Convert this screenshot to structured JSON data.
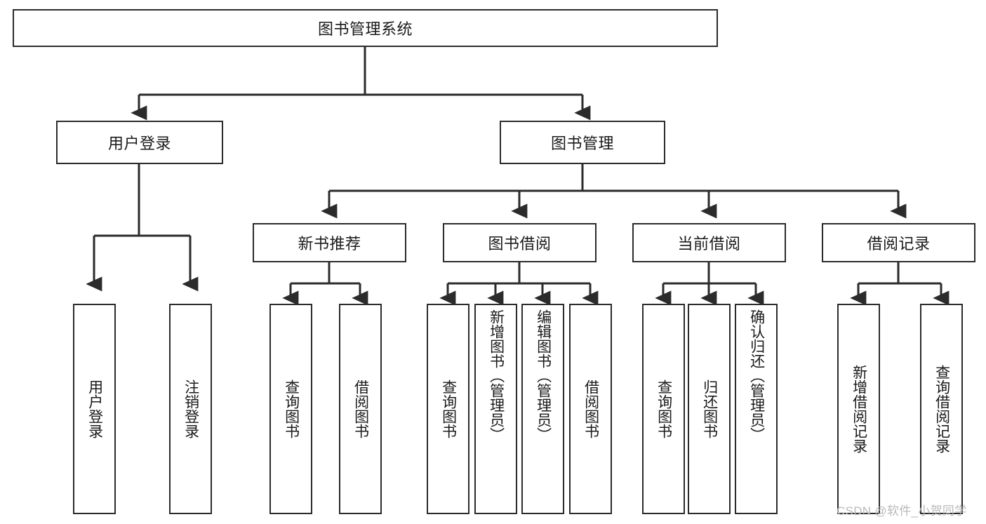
{
  "diagram": {
    "type": "tree-hierarchy",
    "title": "图书管理系统",
    "root": {
      "label": "图书管理系统"
    },
    "level2": [
      {
        "id": "user-login",
        "label": "用户登录"
      },
      {
        "id": "book-management",
        "label": "图书管理"
      }
    ],
    "level3": [
      {
        "id": "new-book-recommend",
        "label": "新书推荐",
        "parent": "book-management"
      },
      {
        "id": "book-borrow",
        "label": "图书借阅",
        "parent": "book-management"
      },
      {
        "id": "current-borrow",
        "label": "当前借阅",
        "parent": "book-management"
      },
      {
        "id": "borrow-record",
        "label": "借阅记录",
        "parent": "book-management"
      }
    ],
    "leaves": [
      {
        "id": "leaf-user-login",
        "label": "用户登录",
        "parent": "user-login"
      },
      {
        "id": "leaf-logout",
        "label": "注销登录",
        "parent": "user-login"
      },
      {
        "id": "leaf-query-book-1",
        "label": "查询图书",
        "parent": "new-book-recommend"
      },
      {
        "id": "leaf-borrow-book-1",
        "label": "借阅图书",
        "parent": "new-book-recommend"
      },
      {
        "id": "leaf-query-book-2",
        "label": "查询图书",
        "parent": "book-borrow"
      },
      {
        "id": "leaf-add-book",
        "label": "新增图书（管理员）",
        "parent": "book-borrow"
      },
      {
        "id": "leaf-edit-book",
        "label": "编辑图书（管理员）",
        "parent": "book-borrow"
      },
      {
        "id": "leaf-borrow-book-2",
        "label": "借阅图书",
        "parent": "book-borrow"
      },
      {
        "id": "leaf-query-book-3",
        "label": "查询图书",
        "parent": "current-borrow"
      },
      {
        "id": "leaf-return-book",
        "label": "归还图书",
        "parent": "current-borrow"
      },
      {
        "id": "leaf-confirm-return",
        "label": "确认归还（管理员）",
        "parent": "current-borrow"
      },
      {
        "id": "leaf-add-record",
        "label": "新增借阅记录",
        "parent": "borrow-record"
      },
      {
        "id": "leaf-query-record",
        "label": "查询借阅记录",
        "parent": "borrow-record"
      }
    ],
    "colors": {
      "stroke": "#2b2b2b",
      "fill": "#ffffff",
      "text": "#1a1a1a",
      "watermark": "#b9b9b9"
    }
  },
  "watermark": {
    "text": "CSDN @软件_小贺同学"
  }
}
